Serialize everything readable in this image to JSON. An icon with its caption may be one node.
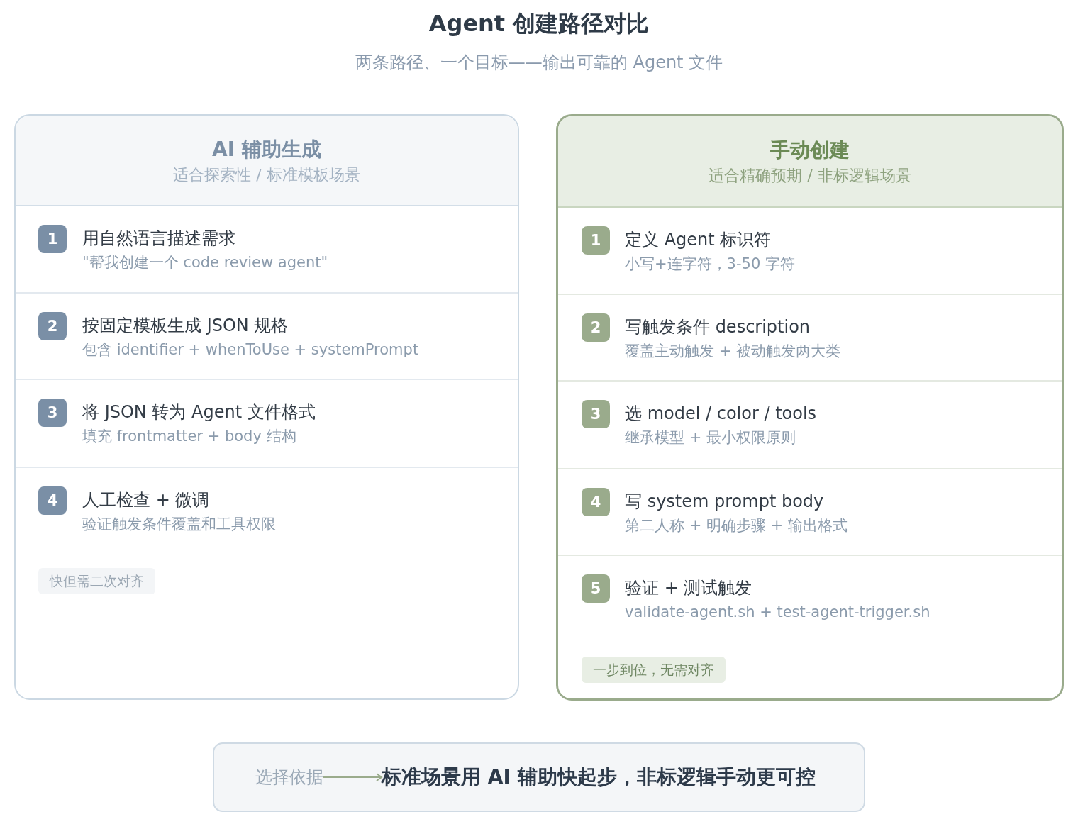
{
  "diagram": {
    "title": "Agent 创建路径对比",
    "labels": [
      "两条路径、一个目标——输出可靠的 Agent 文件"
    ],
    "nodes": [
      {
        "text": [
          "AI 辅助生成",
          "适合探索性 / 标准模板场景"
        ]
      },
      {
        "text": [
          "用自然语言描述需求",
          "\"帮我创建一个 code review agent\""
        ],
        "in": 0
      },
      {
        "text": [
          "1"
        ],
        "in": 1
      },
      {
        "text": [
          "按固定模板生成 JSON 规格",
          "包含 identifier + whenToUse + systemPrompt"
        ],
        "in": 0
      },
      {
        "text": [
          "2"
        ],
        "in": 3
      },
      {
        "text": [
          "将 JSON 转为 Agent 文件格式",
          "填充 frontmatter + body 结构"
        ],
        "in": 0
      },
      {
        "text": [
          "3"
        ],
        "in": 5
      },
      {
        "text": [
          "人工检查 + 微调",
          "验证触发条件覆盖和工具权限"
        ],
        "in": 0
      },
      {
        "text": [
          "4"
        ],
        "in": 7
      },
      {
        "text": [
          "快但需二次对齐"
        ],
        "in": 0
      },
      {
        "text": [
          "手动创建",
          "适合精确预期 / 非标逻辑场景"
        ]
      },
      {
        "text": [
          "定义 Agent 标识符",
          "小写+连字符，3-50 字符"
        ],
        "in": 10
      },
      {
        "text": [
          "1"
        ],
        "in": 11
      },
      {
        "text": [
          "写触发条件 description",
          "覆盖主动触发 + 被动触发两大类"
        ],
        "in": 10
      },
      {
        "text": [
          "2"
        ],
        "in": 13
      },
      {
        "text": [
          "选 model / color / tools",
          "继承模型 + 最小权限原则"
        ],
        "in": 10
      },
      {
        "text": [
          "3"
        ],
        "in": 15
      },
      {
        "text": [
          "写 system prompt body",
          "第二人称 + 明确步骤 + 输出格式"
        ],
        "in": 10
      },
      {
        "text": [
          "4"
        ],
        "in": 17
      },
      {
        "text": [
          "验证 + 测试触发",
          "validate-agent.sh + test-agent-trigger.sh"
        ],
        "in": 10
      },
      {
        "text": [
          "5"
        ],
        "in": 19
      },
      {
        "text": [
          "一步到位，无需对齐"
        ],
        "in": 10
      },
      {
        "text": [],
        "shape": "box"
      },
      {
        "text": [
          "选择依据"
        ],
        "in": 22
      },
      {
        "text": [
          "标准场景用 AI 辅助快起步，非标逻辑手动更可控"
        ],
        "in": 22
      }
    ],
    "edges": [
      {
        "from": 23,
        "to": 24,
        "arrow": "to"
      }
    ]
  }
}
